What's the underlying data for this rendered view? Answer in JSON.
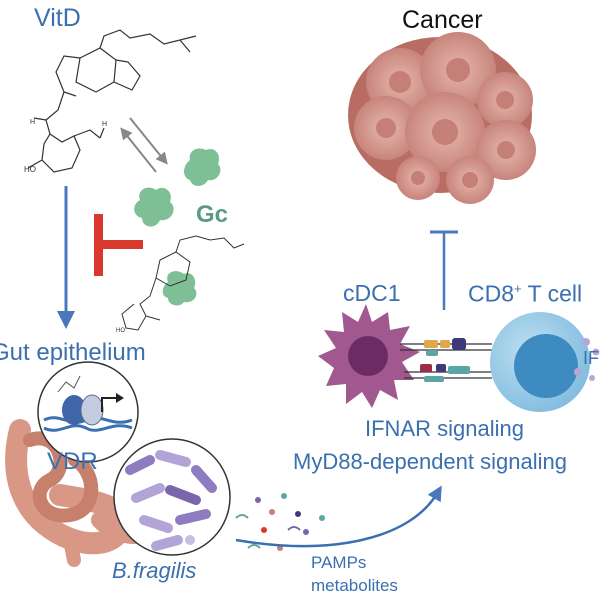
{
  "labels": {
    "vitd": "VitD",
    "cancer": "Cancer",
    "gc": "Gc",
    "gut_epithelium": "Gut epithelium",
    "vdr": "VDR",
    "cdc1": "cDC1",
    "cd8_prefix": "CD8",
    "cd8_sup": "+",
    "cd8_suffix": " T cell",
    "ifn": "IFN",
    "ifnar_signaling": "IFNAR signaling",
    "myd88_signaling": "MyD88-dependent signaling",
    "b_fragilis": "B.fragilis",
    "pamps": "PAMPs",
    "metabolites": "metabolites"
  },
  "colors": {
    "label_blue": "#3a6fb0",
    "gc_teal": "#5a9b82",
    "gc_protein": "#7fbf95",
    "inhibit_red": "#d9382d",
    "cancer_cell": "#c98a84",
    "cdc1_cell": "#a0588f",
    "t_cell": "#8ec6e6",
    "bacteria": "#9a86c4",
    "intestine": "#d99885"
  },
  "icons": {
    "vitd_molecule": "steroid-molecule-icon",
    "gc_protein": "protein-blob-icon",
    "inhibition": "inhibition-bar-icon",
    "cancer": "tumor-cluster-icon",
    "dendritic_cell": "dendritic-cell-icon",
    "t_cell": "t-cell-icon",
    "intestine": "intestine-icon",
    "bacteria": "bacteria-icon",
    "vdr": "dna-receptor-icon"
  }
}
